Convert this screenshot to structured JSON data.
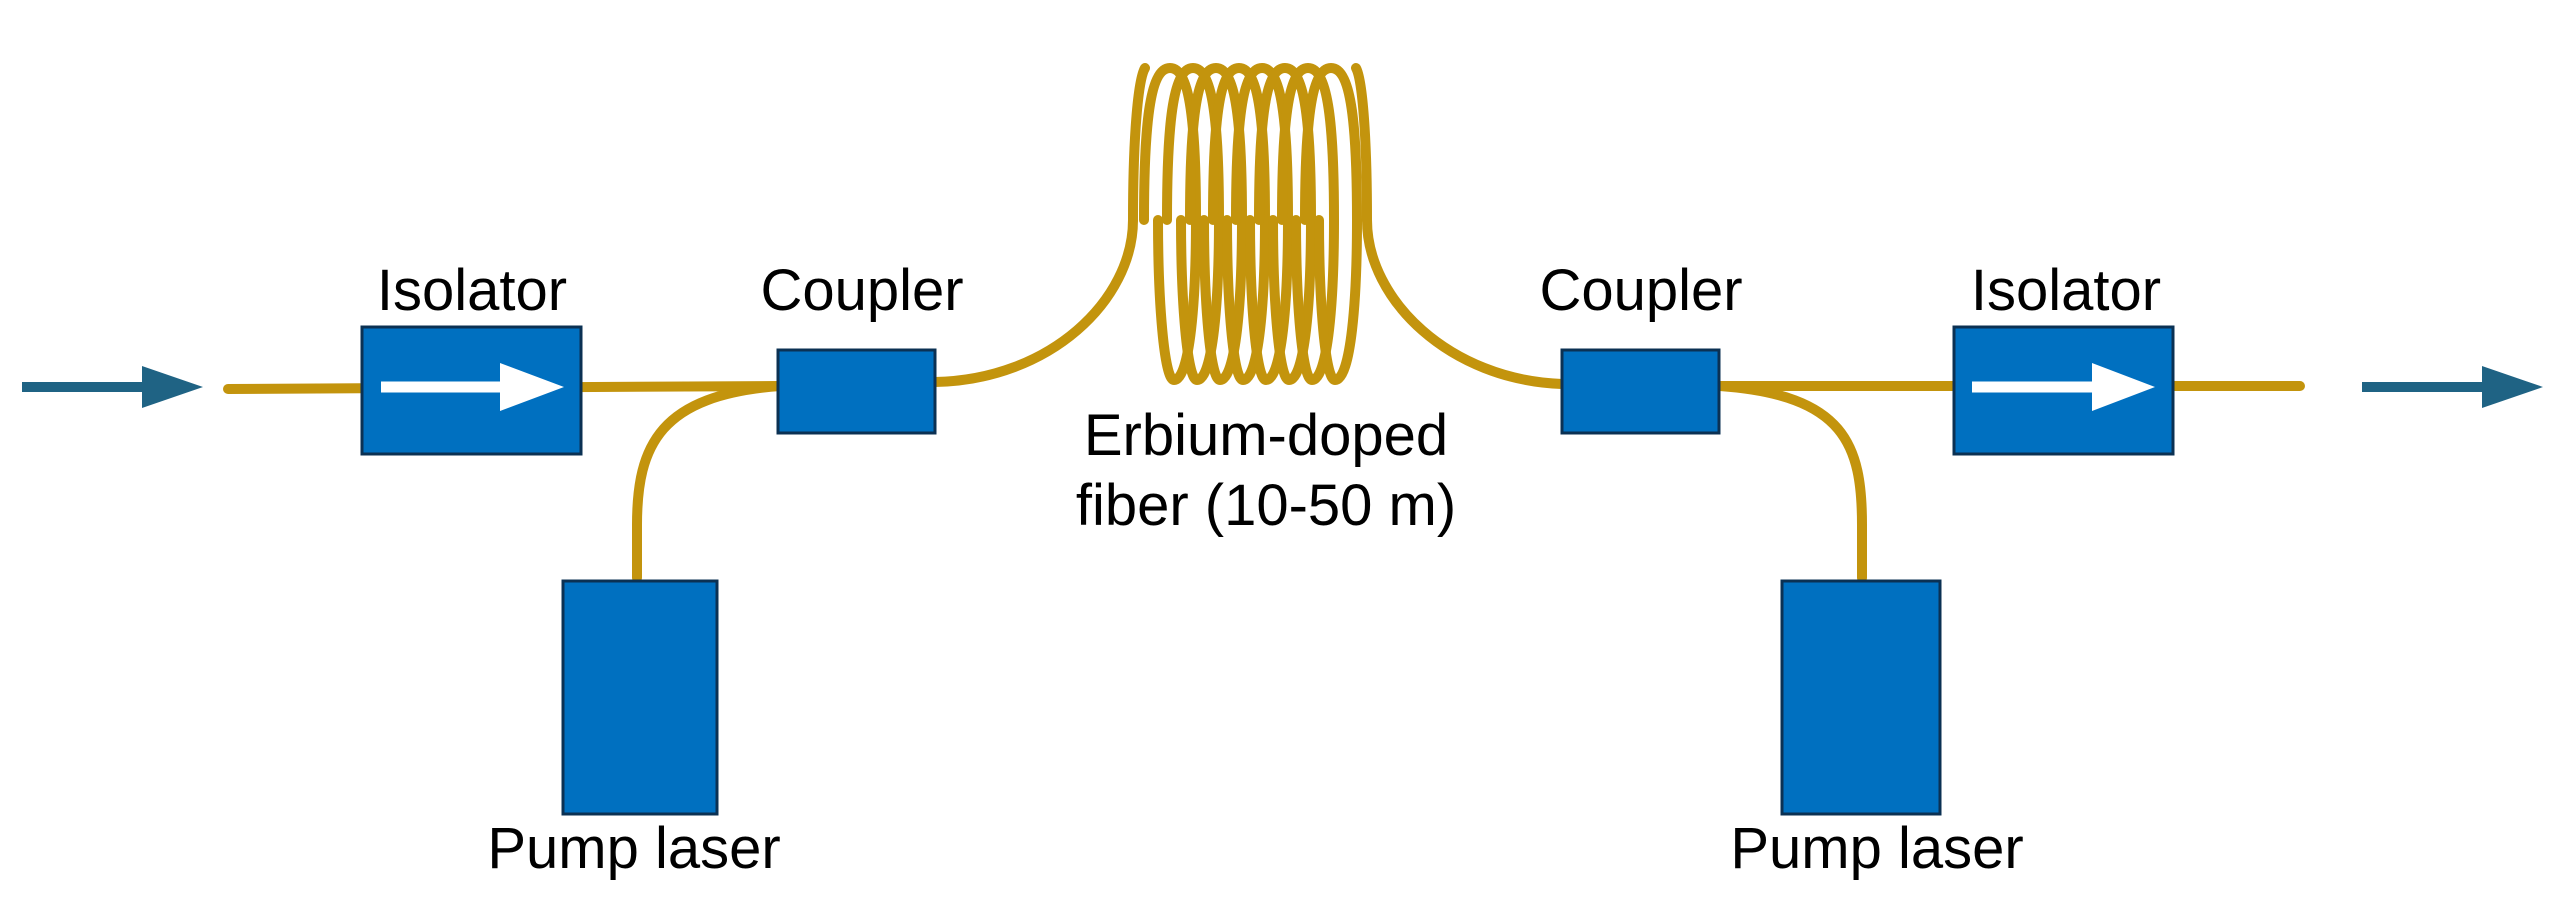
{
  "colors": {
    "fiber": "#c3940d",
    "component": "#0070c0",
    "component_border": "#0b3153",
    "signal_arrow": "#1f6384",
    "isolator_arrow": "#ffffff"
  },
  "labels": {
    "isolator_left": "Isolator",
    "coupler_left": "Coupler",
    "fiber_line1": "Erbium-doped",
    "fiber_line2": "fiber (10-50 m)",
    "coupler_right": "Coupler",
    "isolator_right": "Isolator",
    "pump_left": "Pump laser",
    "pump_right": "Pump laser"
  },
  "icons": {
    "input_arrow": "arrow-right-icon",
    "output_arrow": "arrow-right-icon",
    "isolator_direction": "arrow-right-icon",
    "erbium_coil": "fiber-coil-icon"
  }
}
